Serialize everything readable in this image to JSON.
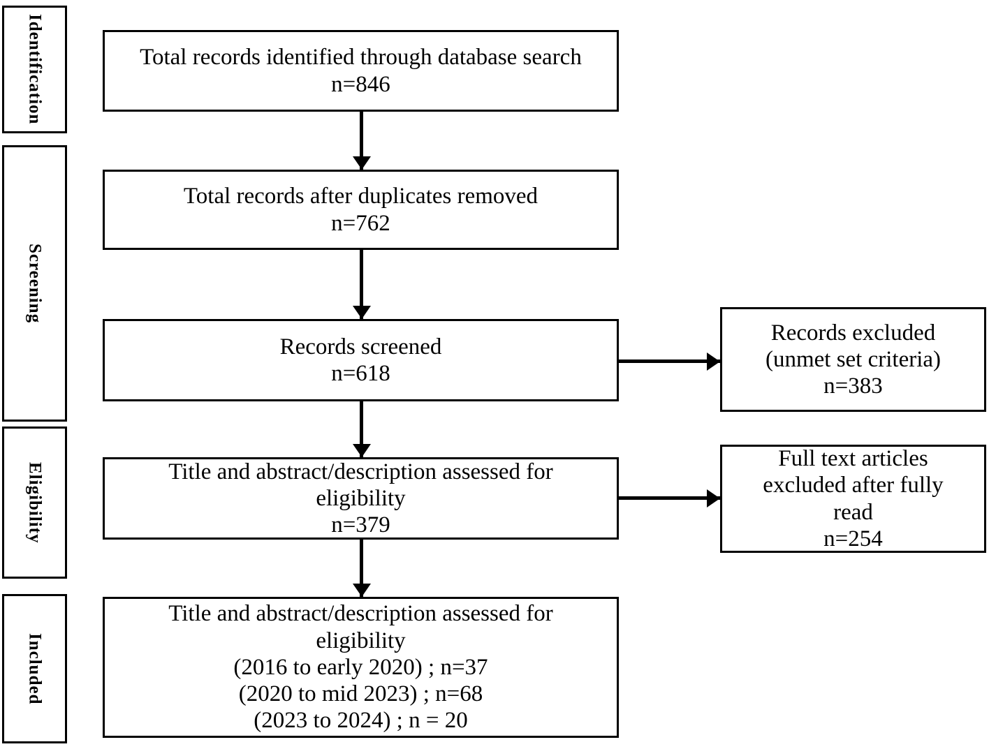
{
  "stages": [
    {
      "label": "Identification"
    },
    {
      "label": "Screening"
    },
    {
      "label": "Eligibility"
    },
    {
      "label": "Included"
    }
  ],
  "flow_boxes": [
    {
      "text": "Total records identified through database search\nn=846"
    },
    {
      "text": "Total records after duplicates removed\nn=762"
    },
    {
      "text": "Records screened\nn=618"
    },
    {
      "text": "Title and abstract/description assessed for\neligibility\nn=379"
    },
    {
      "text": "Title and abstract/description assessed for\neligibility\n(2016 to early 2020) ; n=37\n(2020 to mid 2023) ; n=68\n(2023 to 2024) ; n = 20"
    }
  ],
  "exclusion_boxes": [
    {
      "text": "Records excluded\n(unmet set criteria)\nn=383"
    },
    {
      "text": "Full text articles\nexcluded after fully\nread\nn=254"
    }
  ],
  "colors": {
    "line": "#000000",
    "background": "#ffffff",
    "text": "#000000"
  }
}
